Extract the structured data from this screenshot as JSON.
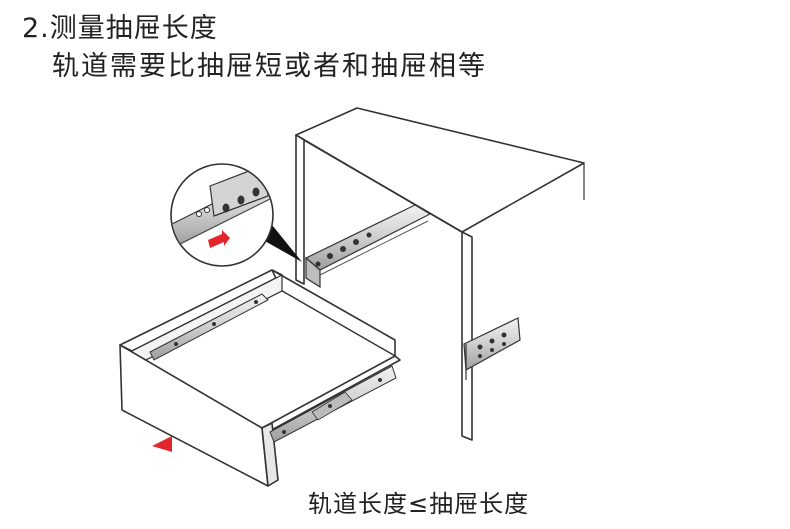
{
  "header": {
    "step": "2.测量抽屉长度",
    "instruction": "轨道需要比抽屉短或者和抽屉相等"
  },
  "caption": "轨道长度≤抽屉长度",
  "colors": {
    "line": "#333333",
    "rail_fill": "#d9d9d9",
    "accent_arrow": "#e3262b"
  }
}
